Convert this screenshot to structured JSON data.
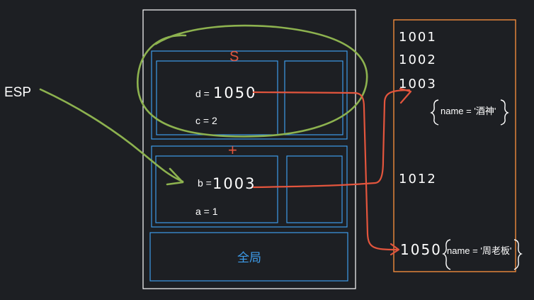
{
  "labels": {
    "esp": "ESP",
    "global": "全局",
    "d_label": "d = ",
    "d_value": "1050",
    "c": "c = 2",
    "b_label": "b =",
    "b_value": "1003",
    "a": "a = 1",
    "push_mark": "+",
    "pop_mark": "S"
  },
  "heap": {
    "addresses": [
      "1001",
      "1002",
      "1003",
      "1012",
      "1050"
    ],
    "objects": {
      "obj_1003": "name = '酒神'",
      "obj_1050": "name = '周老板'"
    }
  },
  "colors": {
    "background": "#1d1f23",
    "outline": "#ffffff",
    "frame_blue": "#3d9be9",
    "heap_orange": "#f08a3c",
    "arrow_red": "#e3553d",
    "marker_green": "#8db24f"
  }
}
